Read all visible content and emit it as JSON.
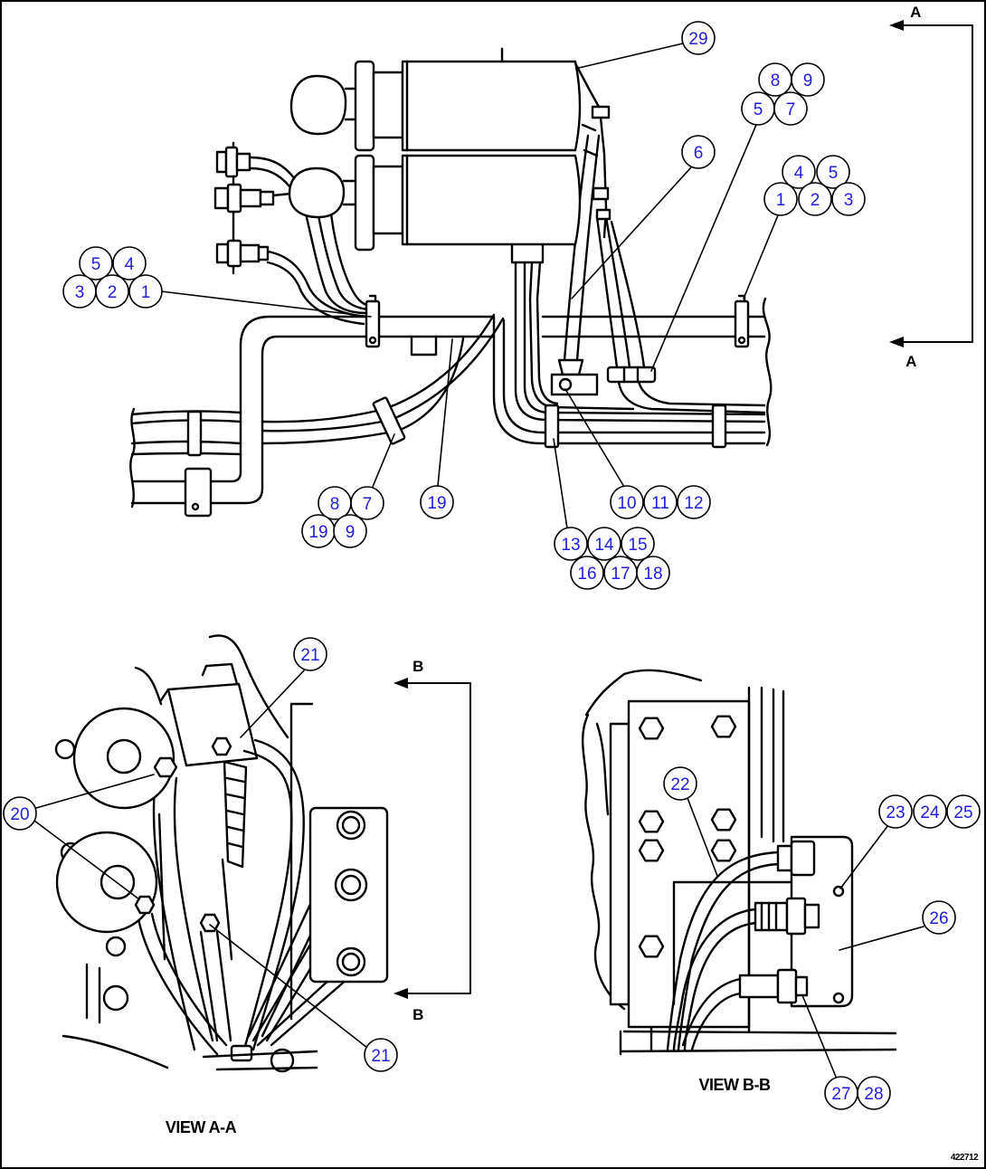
{
  "section_markers": {
    "a_top": "A",
    "a_bottom": "A",
    "b_top": "B",
    "b_bottom": "B"
  },
  "view_labels": {
    "view_a_a": "VIEW A-A",
    "view_b_b": "VIEW B-B"
  },
  "drawing_number": "422712",
  "callouts": {
    "main": [
      "29",
      "8",
      "9",
      "5",
      "7",
      "6",
      "4",
      "5",
      "1",
      "2",
      "3",
      "5",
      "4",
      "3",
      "2",
      "1",
      "8",
      "7",
      "19",
      "9",
      "19",
      "10",
      "11",
      "12",
      "13",
      "14",
      "15",
      "16",
      "17",
      "18"
    ],
    "view_a_a": [
      "21",
      "20",
      "21"
    ],
    "view_b_b": [
      "22",
      "23",
      "24",
      "25",
      "26",
      "27",
      "28"
    ]
  },
  "colors": {
    "callout_text": "#1d1ddb",
    "line": "#000000",
    "background": "#ffffff"
  }
}
